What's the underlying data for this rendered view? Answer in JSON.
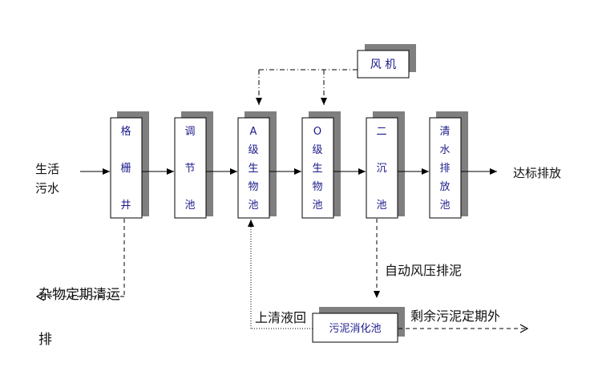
{
  "diagram": {
    "input_label": [
      "生活",
      "污水"
    ],
    "output_label": "达标排放",
    "fan": "风 机",
    "units": [
      {
        "name": "grille-well",
        "chars": [
          "格",
          "栅",
          "井"
        ]
      },
      {
        "name": "regulating-tank",
        "chars": [
          "调",
          "节",
          "池"
        ]
      },
      {
        "name": "a-stage-bio-tank",
        "chars": [
          "A",
          "级",
          "生",
          "物",
          "池"
        ]
      },
      {
        "name": "o-stage-bio-tank",
        "chars": [
          "O",
          "级",
          "生",
          "物",
          "池"
        ]
      },
      {
        "name": "secondary-settling-tank",
        "chars": [
          "二",
          "沉",
          "池"
        ]
      },
      {
        "name": "clear-water-discharge-tank",
        "chars": [
          "清",
          "水",
          "排",
          "放",
          "池"
        ]
      }
    ],
    "sludge_tank": "污泥消化池",
    "debris_note": "杂物定期清运",
    "debris_note_wrap": "排",
    "auto_sludge": "自动风压排泥",
    "supernatant_return": "上清液回",
    "excess_sludge": "剩余污泥定期外"
  }
}
